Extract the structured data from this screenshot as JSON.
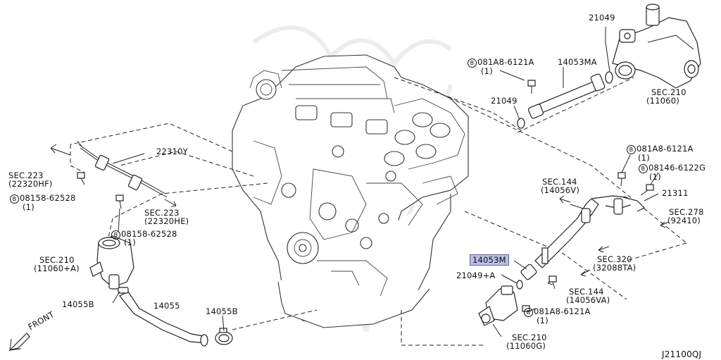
{
  "labels": {
    "l_21049_top": "21049",
    "l_14053MA": "14053MA",
    "l_bolt_top_code": "081A8-6121A",
    "l_bolt_top_qty": "(1)",
    "l_21049_mid": "21049",
    "l_sec210_top": "SEC.210",
    "l_sec210_top_ref": "(11060)",
    "l_22310Y": "22310Y",
    "l_sec223_a": "SEC.223",
    "l_sec223_a_ref": "(22320HF)",
    "l_bolt_left_code": "08158-62528",
    "l_bolt_left_qty": "(1)",
    "l_sec223_b": "SEC.223",
    "l_sec223_b_ref": "(22320HE)",
    "l_bolt_left2_code": "08158-62528",
    "l_bolt_left2_qty": "(1)",
    "l_sec210_left": "SEC.210",
    "l_sec210_left_ref": "(11060+A)",
    "l_14055B_a": "14055B",
    "l_14055": "14055",
    "l_14055B_b": "14055B",
    "l_front": "FRONT",
    "l_bolt_r1_code": "081A8-6121A",
    "l_bolt_r1_qty": "(1)",
    "l_bolt_r2_code": "08146-6122G",
    "l_bolt_r2_qty": "(1)",
    "l_sec144_a": "SEC.144",
    "l_sec144_a_ref": "(14056V)",
    "l_21311": "21311",
    "l_sec278": "SEC.278",
    "l_sec278_ref": "(92410)",
    "l_sec320": "SEC.320",
    "l_sec320_ref": "(32088TA)",
    "l_14053M": "14053M",
    "l_21049A": "21049+A",
    "l_sec144_b": "SEC.144",
    "l_sec144_b_ref": "(14056VA)",
    "l_bolt_r3_code": "081A8-6121A",
    "l_bolt_r3_qty": "(1)",
    "l_sec210_bot": "SEC.210",
    "l_sec210_bot_ref": "(11060G)",
    "l_diagram_code": "J21100QJ"
  },
  "bolt_symbol": "B",
  "highlight_color": "#b8bfe3",
  "highlighted_part": "14053M"
}
